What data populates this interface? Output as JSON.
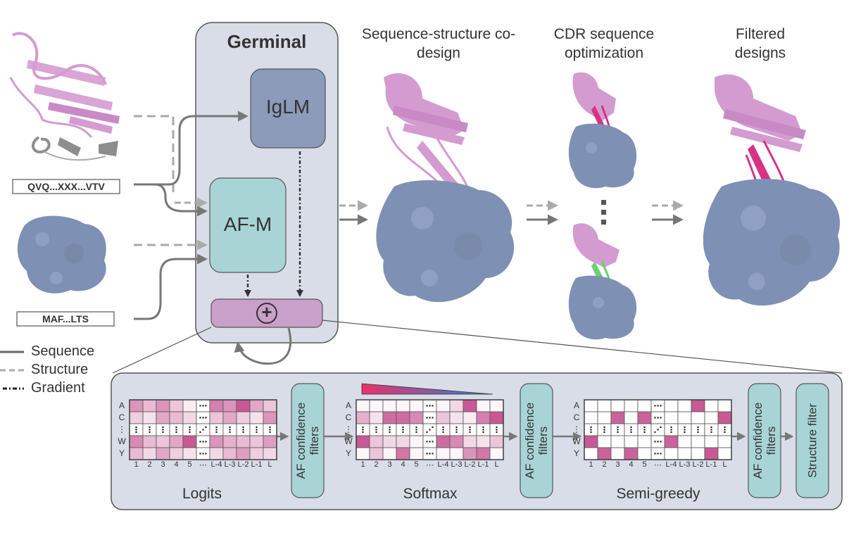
{
  "germinal": {
    "title": "Germinal",
    "iglm": "IgLM",
    "afm": "AF-M",
    "plus": "+"
  },
  "inputs": {
    "binder_sequence": "QVQ...XXX...VTV",
    "target_sequence": "MAF...LTS"
  },
  "legend": {
    "sequence": "Sequence",
    "structure": "Structure",
    "gradient": "Gradient"
  },
  "stages": {
    "codesign": "Sequence-structure co-design",
    "cdr": "CDR sequence optimization",
    "filtered": "Filtered designs"
  },
  "panel": {
    "logits": "Logits",
    "softmax": "Softmax",
    "semigreedy": "Semi-greedy",
    "af_filter": "AF confidence filters",
    "structure_filter": "Structure filter",
    "row_labels": [
      "A",
      "C",
      "⋮",
      "W",
      "Y"
    ],
    "col_labels": [
      "1",
      "2",
      "3",
      "4",
      "5",
      "⋯",
      "L-4",
      "L-3",
      "L-2",
      "L-1",
      "L"
    ]
  },
  "colors": {
    "germinal_bg": "#d9dde8",
    "iglm": "#8b9bb9",
    "afm": "#a9d4d6",
    "plus": "#c9a0c9",
    "antibody": "#d49bd1",
    "cdr_pink": "#d63385",
    "cdr_green": "#6fcf6f",
    "target": "#7f90b5",
    "arrow": "#7a7a7a"
  },
  "matrices": {
    "logits": [
      [
        0.55,
        0.35,
        0.55,
        0.3,
        0.1,
        null,
        0.65,
        0.55,
        0.85,
        0.45,
        0.3
      ],
      [
        0.25,
        0.15,
        0.45,
        0.35,
        0.2,
        null,
        0.3,
        0.45,
        0.25,
        0.15,
        0.55
      ],
      [
        0.1,
        0.1,
        0.1,
        0.1,
        0.1,
        null,
        0.1,
        0.1,
        0.1,
        0.1,
        0.1
      ],
      [
        0.6,
        0.35,
        0.3,
        0.45,
        0.85,
        null,
        0.55,
        0.4,
        0.35,
        0.3,
        0.5
      ],
      [
        0.35,
        0.2,
        0.45,
        0.25,
        0.15,
        null,
        0.2,
        0.35,
        0.5,
        0.25,
        0.2
      ]
    ],
    "softmax": [
      [
        0.05,
        0.05,
        0.05,
        0.05,
        0.05,
        null,
        0.05,
        0.2,
        0.85,
        0.05,
        0.05
      ],
      [
        0.4,
        0.15,
        0.75,
        0.75,
        0.6,
        null,
        0.3,
        0.15,
        0.1,
        0.65,
        0.85
      ],
      [
        0.05,
        0.05,
        0.05,
        0.05,
        0.05,
        null,
        0.05,
        0.05,
        0.05,
        0.05,
        0.05
      ],
      [
        0.85,
        0.3,
        0.2,
        0.2,
        0.05,
        null,
        0.75,
        0.6,
        0.2,
        0.15,
        0.3
      ],
      [
        0.05,
        0.3,
        0.05,
        0.7,
        0.05,
        null,
        0.05,
        0.05,
        0.55,
        0.7,
        0.05
      ]
    ],
    "semigreedy": [
      [
        0,
        0,
        0,
        0,
        0,
        null,
        0,
        0,
        0.85,
        0,
        0
      ],
      [
        0,
        0,
        0.8,
        0,
        0.8,
        null,
        0,
        0,
        0,
        0,
        0.85
      ],
      [
        0,
        0,
        0,
        0,
        0,
        null,
        0,
        0,
        0,
        0,
        0
      ],
      [
        0.85,
        0,
        0,
        0,
        0,
        null,
        0.8,
        0,
        0,
        0,
        0
      ],
      [
        0,
        0.8,
        0,
        0.8,
        0,
        null,
        0,
        0,
        0,
        0.85,
        0
      ]
    ]
  }
}
